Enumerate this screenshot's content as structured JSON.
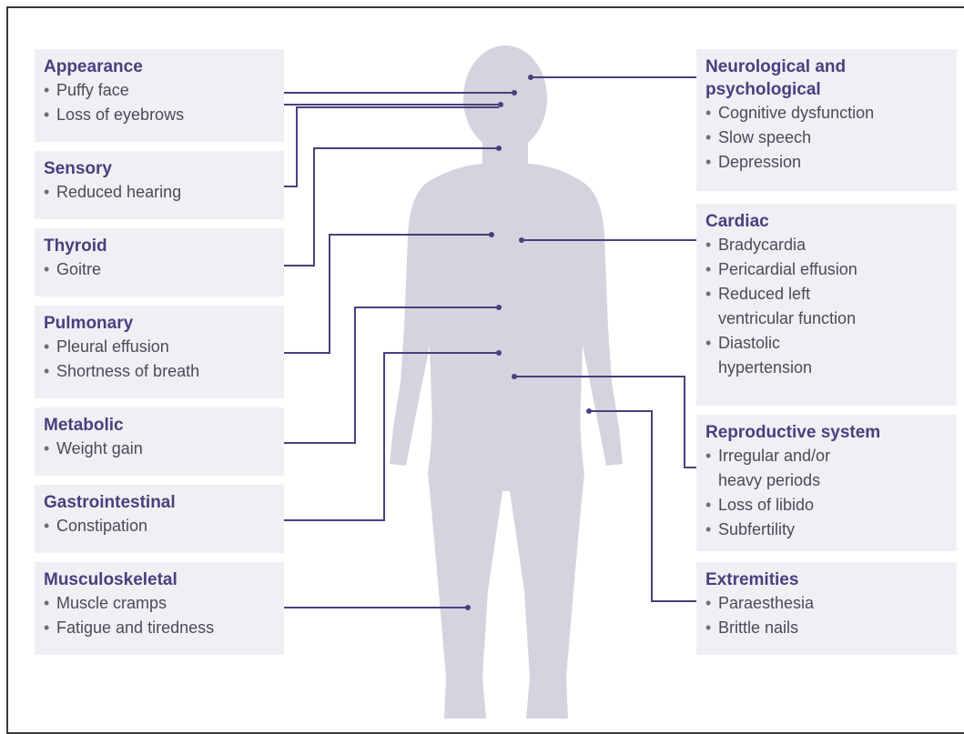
{
  "left_boxes": [
    {
      "title": "Appearance",
      "items": [
        "Puffy face",
        "Loss of eyebrows"
      ]
    },
    {
      "title": "Sensory",
      "items": [
        "Reduced hearing"
      ]
    },
    {
      "title": "Thyroid",
      "items": [
        "Goitre"
      ]
    },
    {
      "title": "Pulmonary",
      "items": [
        "Pleural effusion",
        "Shortness of breath"
      ]
    },
    {
      "title": "Metabolic",
      "items": [
        "Weight gain"
      ]
    },
    {
      "title": "Gastrointestinal",
      "items": [
        "Constipation"
      ]
    },
    {
      "title": "Musculoskeletal",
      "items": [
        "Muscle cramps",
        "Fatigue and tiredness"
      ]
    }
  ],
  "right_boxes": [
    {
      "title_lines": [
        "Neurological and",
        "psychological"
      ],
      "items": [
        "Cognitive dysfunction",
        "Slow speech",
        "Depression"
      ]
    },
    {
      "title_lines": [
        "Cardiac"
      ],
      "items": [
        "Bradycardia",
        "Pericardial effusion",
        "Reduced left\nventricular function",
        "Diastolic\nhypertension"
      ]
    },
    {
      "title_lines": [
        "Reproductive system"
      ],
      "items": [
        "Irregular and/or\nheavy periods",
        "Loss of libido",
        "Subfertility"
      ]
    },
    {
      "title_lines": [
        "Extremities"
      ],
      "items": [
        "Paraesthesia",
        "Brittle nails"
      ]
    }
  ],
  "colors": {
    "line": "#4a3f7e",
    "body": "#d6d3de",
    "box": "#f1eff4",
    "title": "#4a3f7e"
  }
}
